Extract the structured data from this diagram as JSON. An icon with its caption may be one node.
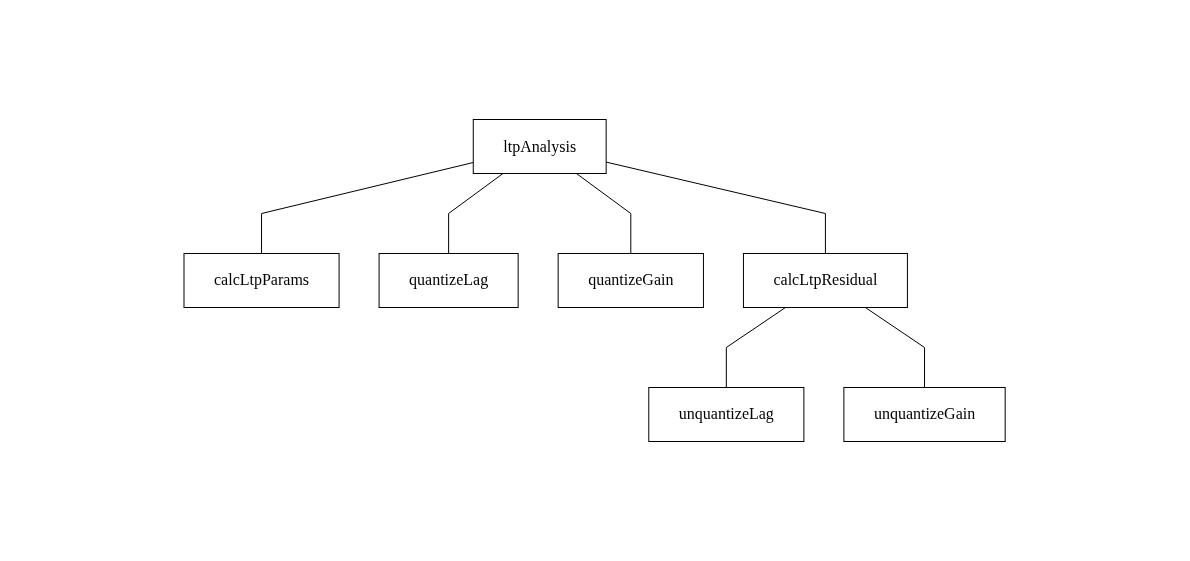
{
  "diagram": {
    "nodes": [
      {
        "text": [
          "ltpAnalysis"
        ]
      },
      {
        "text": [
          "calcLtpParams"
        ]
      },
      {
        "text": [
          "quantizeLag"
        ]
      },
      {
        "text": [
          "quantizeGain"
        ]
      },
      {
        "text": [
          "calcLtpResidual"
        ]
      },
      {
        "text": [
          "unquantizeLag"
        ]
      },
      {
        "text": [
          "unquantizeGain"
        ]
      }
    ],
    "edges": [
      {
        "from": 0,
        "to": 1,
        "arrow": "none"
      },
      {
        "from": 0,
        "to": 2,
        "arrow": "none"
      },
      {
        "from": 0,
        "to": 3,
        "arrow": "none"
      },
      {
        "from": 0,
        "to": 4,
        "arrow": "none"
      },
      {
        "from": 4,
        "to": 5,
        "arrow": "none"
      },
      {
        "from": 4,
        "to": 6,
        "arrow": "none"
      }
    ]
  }
}
